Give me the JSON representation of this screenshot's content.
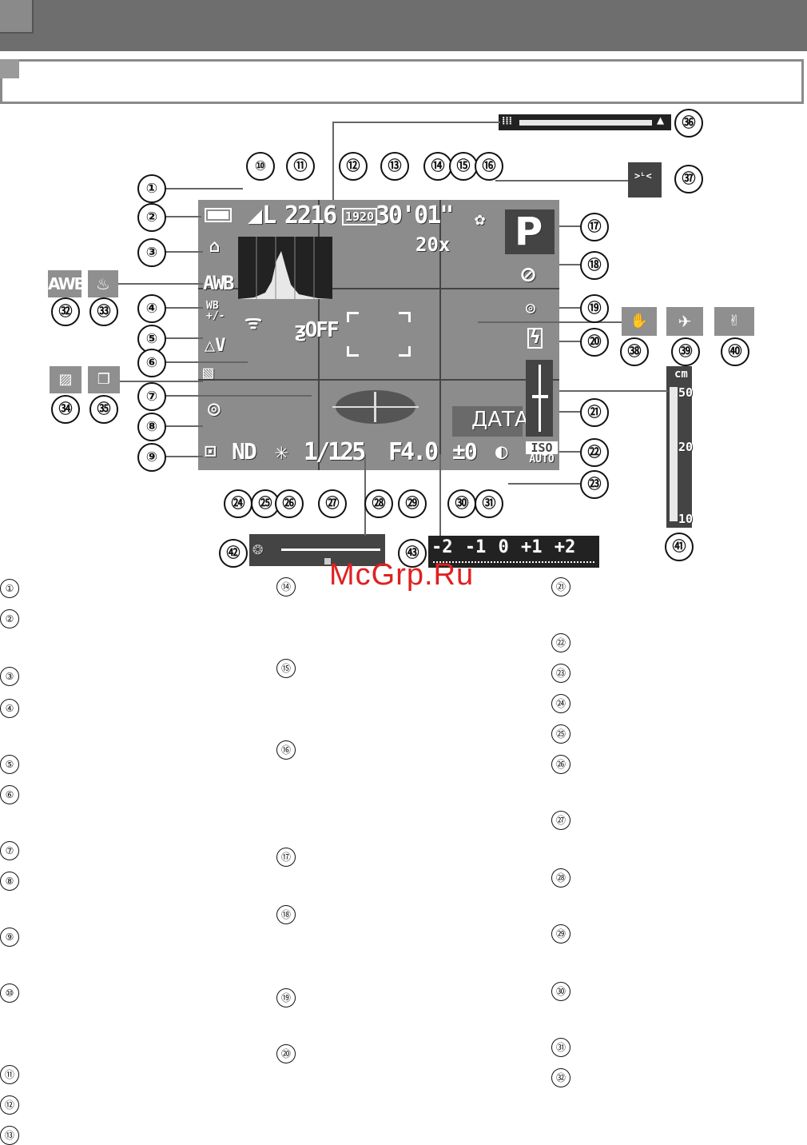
{
  "screen": {
    "image_size": "L",
    "shots": "2216",
    "movie": "1920",
    "rec_time": "30'01\"",
    "zoom": "20x",
    "mode": "P",
    "wb": "AWB",
    "wb_fine": "WB\n+/-",
    "nd": "ND",
    "shutter": "1/125",
    "aperture": "F4.0",
    "exposure": "±0",
    "date": "ДАТА",
    "iso": "ISO",
    "iso_auto": "AUTO",
    "shake_off": "OFF"
  },
  "outside": {
    "awb": "AWB",
    "mf_unit": "cm",
    "mf_50": "50",
    "mf_20": "20",
    "mf_10": "10",
    "ev_scale": "-2 -1 0 +1 +2"
  },
  "callouts": [
    "①",
    "②",
    "③",
    "④",
    "⑤",
    "⑥",
    "⑦",
    "⑧",
    "⑨",
    "⑩",
    "⑪",
    "⑫",
    "⑬",
    "⑭",
    "⑮",
    "⑯",
    "⑰",
    "⑱",
    "⑲",
    "⑳",
    "㉑",
    "㉒",
    "㉓",
    "㉔",
    "㉕",
    "㉖",
    "㉗",
    "㉘",
    "㉙",
    "㉚",
    "㉛",
    "㉜",
    "㉝",
    "㉞",
    "㉟",
    "㊱",
    "㊲",
    "㊳",
    "㊴",
    "㊵",
    "㊶",
    "㊷",
    "㊸"
  ],
  "watermark": "McGrp.Ru",
  "legend_col1": [
    "①",
    "②",
    "③",
    "④",
    "⑤",
    "⑥",
    "⑦",
    "⑧",
    "⑨",
    "⑩",
    "⑪",
    "⑫",
    "⑬"
  ],
  "legend_col2": [
    "⑭",
    "⑮",
    "⑯",
    "⑰",
    "⑱",
    "⑲",
    "⑳"
  ],
  "legend_col3": [
    "㉑",
    "㉒",
    "㉓",
    "㉔",
    "㉕",
    "㉖",
    "㉗",
    "㉘",
    "㉙",
    "㉚",
    "㉛",
    "㉜"
  ]
}
